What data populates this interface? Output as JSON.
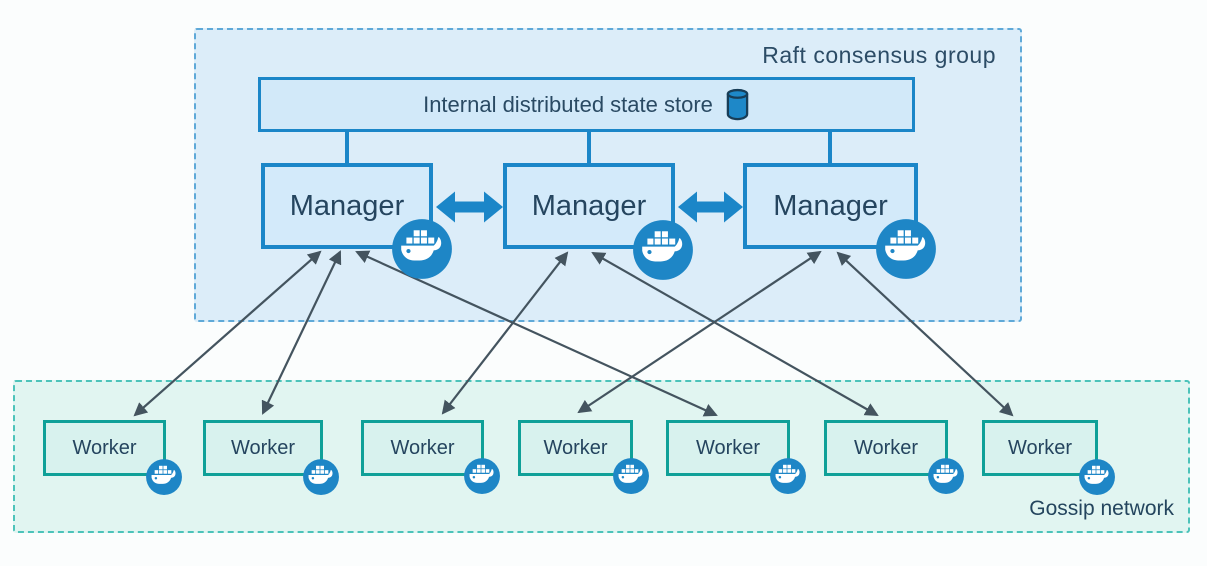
{
  "diagram": {
    "raft_group": {
      "label": "Raft consensus group",
      "state_store_label": "Internal distributed state store",
      "managers": [
        "Manager",
        "Manager",
        "Manager"
      ]
    },
    "gossip_network": {
      "label": "Gossip network",
      "workers": [
        "Worker",
        "Worker",
        "Worker",
        "Worker",
        "Worker",
        "Worker",
        "Worker"
      ]
    },
    "icons": {
      "state_store": "database-cylinder-icon",
      "node_badge": "docker-whale-icon"
    },
    "colors": {
      "docker_blue": "#1e86c6",
      "node_border_blue": "#1b86c8",
      "manager_fill": "#d3eafa",
      "raft_fill": "#dcedf9",
      "raft_dash": "#5fa9d8",
      "worker_border_teal": "#0fa098",
      "worker_fill": "#d8f2ee",
      "gossip_fill": "#e1f5f1",
      "gossip_dash": "#4cc3ba",
      "link_arrow_dark": "#44545f",
      "text_dark": "#25455f"
    },
    "connections": {
      "state_store_links": [
        "manager-1",
        "manager-2",
        "manager-3"
      ],
      "manager_peer_links": [
        [
          "manager-1",
          "manager-2"
        ],
        [
          "manager-2",
          "manager-3"
        ]
      ],
      "manager_worker_links": [
        [
          "manager-1",
          "worker-1"
        ],
        [
          "manager-1",
          "worker-2"
        ],
        [
          "manager-1",
          "worker-5"
        ],
        [
          "manager-2",
          "worker-3"
        ],
        [
          "manager-2",
          "worker-6"
        ],
        [
          "manager-3",
          "worker-4"
        ],
        [
          "manager-3",
          "worker-7"
        ]
      ]
    }
  }
}
